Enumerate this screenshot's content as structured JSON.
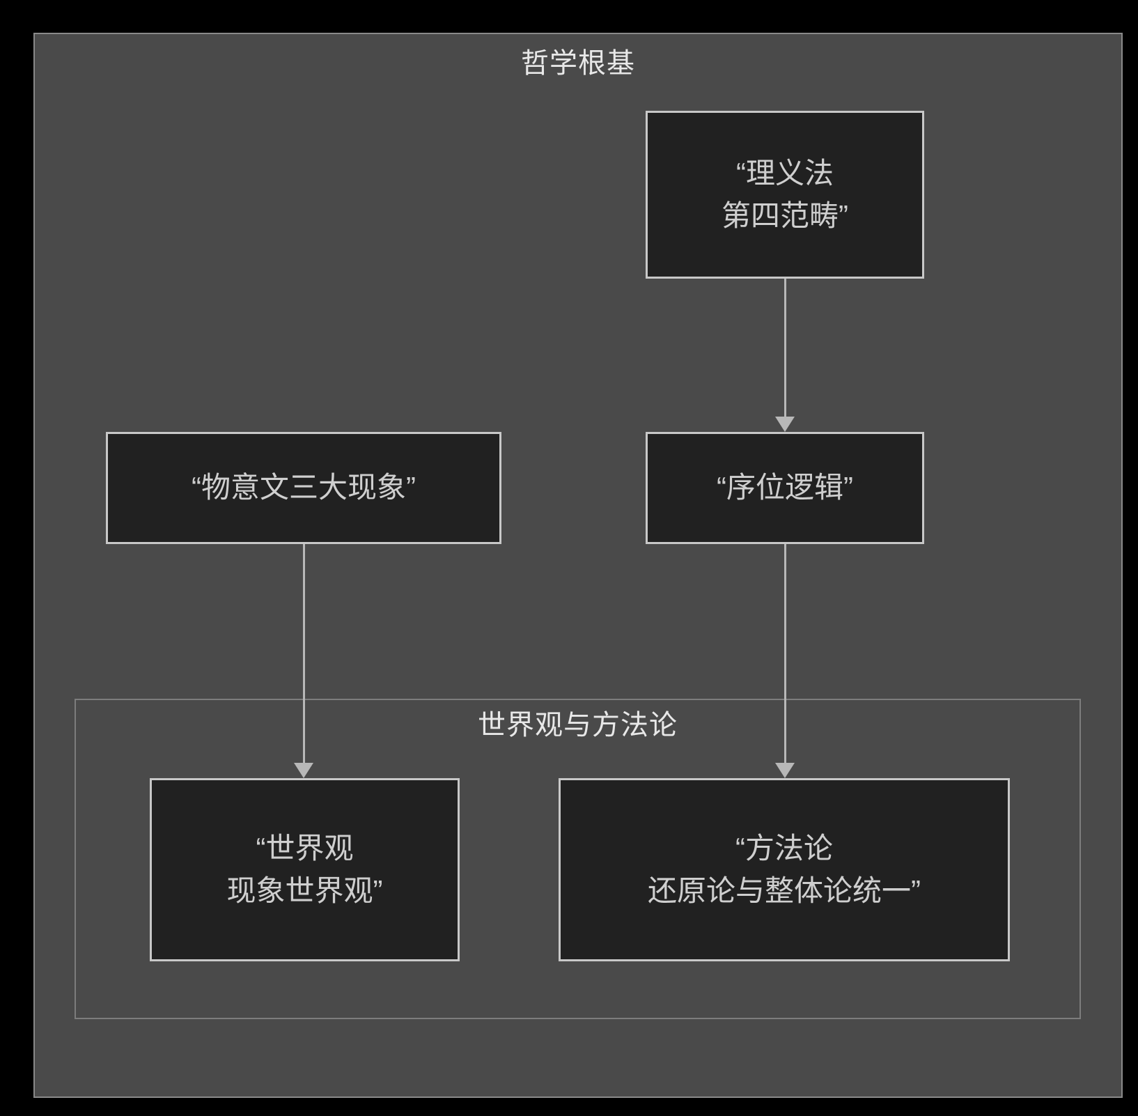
{
  "diagram": {
    "type": "flowchart",
    "direction": "top-down",
    "colors": {
      "page_background": "#000000",
      "subgraph_background": "#4a4a4a",
      "subgraph_border": "#8a8a8a",
      "node_background": "#212121",
      "node_border": "#c8c8c8",
      "node_text": "#cfcfcf",
      "edge": "#b8b8b8",
      "title_text": "#e8e8e8"
    },
    "root_subgraph": {
      "title": "哲学根基"
    },
    "nested_subgraph": {
      "title": "世界观与方法论"
    },
    "nodes": [
      {
        "id": "fourth-category",
        "lines": [
          "“理义法",
          "第四范畴”"
        ]
      },
      {
        "id": "three-phenomena",
        "lines": [
          "“物意文三大现象”"
        ]
      },
      {
        "id": "ordinal-logic",
        "lines": [
          "“序位逻辑”"
        ]
      },
      {
        "id": "worldview",
        "lines": [
          "“世界观",
          "现象世界观”"
        ]
      },
      {
        "id": "methodology",
        "lines": [
          "“方法论",
          "还原论与整体论统一”"
        ]
      }
    ],
    "edges": [
      {
        "id": "a-to-c",
        "from": "fourth-category",
        "to": "ordinal-logic",
        "label": "",
        "arrow": "arrow-down-icon"
      },
      {
        "id": "b-to-d",
        "from": "three-phenomena",
        "to": "worldview",
        "label": "",
        "arrow": "arrow-down-icon"
      },
      {
        "id": "c-to-e",
        "from": "ordinal-logic",
        "to": "methodology",
        "label": "",
        "arrow": "arrow-down-icon"
      }
    ]
  }
}
